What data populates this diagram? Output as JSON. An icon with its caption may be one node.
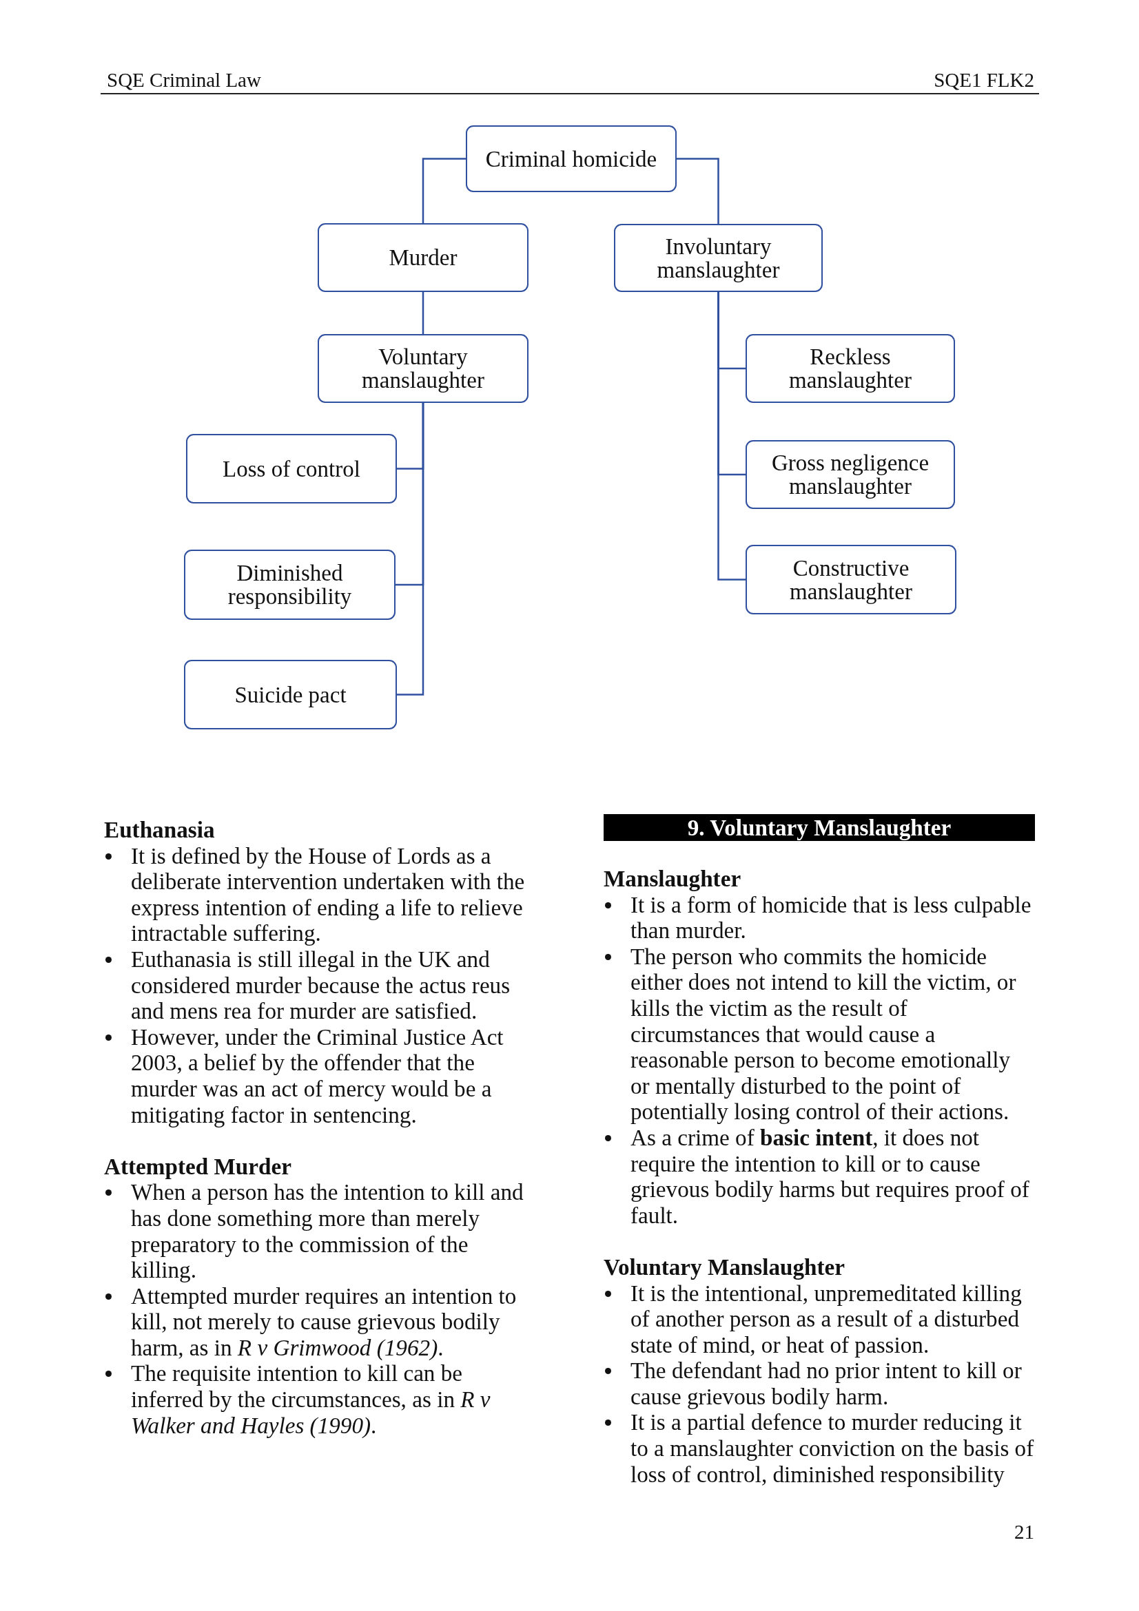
{
  "diagram": {
    "nodes": [
      {
        "text": [
          "Criminal homicide"
        ]
      },
      {
        "text": [
          "Murder"
        ]
      },
      {
        "text": [
          "Involuntary manslaughter"
        ]
      },
      {
        "text": [
          "Voluntary manslaughter"
        ]
      },
      {
        "text": [
          "Reckless manslaughter"
        ]
      },
      {
        "text": [
          "Gross negligence manslaughter"
        ]
      },
      {
        "text": [
          "Constructive manslaughter"
        ]
      },
      {
        "text": [
          "Loss of control"
        ]
      },
      {
        "text": [
          "Diminished responsibility"
        ]
      },
      {
        "text": [
          "Suicide pact"
        ]
      }
    ],
    "edges": [
      {
        "from": 0,
        "to": 1,
        "arrow": "none"
      },
      {
        "from": 0,
        "to": 2,
        "arrow": "none"
      },
      {
        "from": 1,
        "to": 3,
        "arrow": "none"
      },
      {
        "from": 3,
        "to": 7,
        "arrow": "none"
      },
      {
        "from": 3,
        "to": 8,
        "arrow": "none"
      },
      {
        "from": 3,
        "to": 9,
        "arrow": "none"
      },
      {
        "from": 2,
        "to": 4,
        "arrow": "none"
      },
      {
        "from": 2,
        "to": 5,
        "arrow": "none"
      },
      {
        "from": 2,
        "to": 6,
        "arrow": "none"
      }
    ],
    "labels": [
      "SQE Criminal Law",
      "SQE1 FLK2",
      "Euthanasia",
      "It is defined by the House of Lords as a deliberate intervention undertaken with the express intention of ending a life to relieve intractable suffering.",
      "Euthanasia is still illegal in the UK and considered murder because the actus reus and mens rea for murder are satisfied.",
      "However, under the Criminal Justice Act 2003, a belief by the offender that the murder was an act of mercy would be a mitigating factor in sentencing.",
      "Attempted Murder",
      "When a person has the intention to kill and has done something more than merely preparatory to the commission of the killing.",
      "Attempted murder requires an intention to kill, not merely to cause grievous bodily harm, as in *R v Grimwood (1962)*.",
      "The requisite intention to kill can be inferred by the circumstances, as in *R v Walker and Hayles (1990)*.",
      "9. Voluntary Manslaughter",
      "Manslaughter",
      "It is a form of homicide that is less culpable than murder.",
      "The person who commits the homicide either does not intend to kill the victim, or kills the victim as the result of circumstances that would cause a reasonable person to become emotionally or mentally disturbed to the point of potentially losing control of their actions.",
      "As a crime of **basic intent**, it does not require the intention to kill or to cause grievous bodily harms but requires proof of fault.",
      "Voluntary Manslaughter",
      "It is the intentional, unpremeditated killing of another person as a result of a disturbed state of mind, or heat of passion.",
      "The defendant had no prior intent to kill or cause grievous bodily harm.",
      "It is a partial defence to murder reducing it to a manslaughter conviction on the basis of loss of control, diminished responsibility",
      "21"
    ]
  }
}
